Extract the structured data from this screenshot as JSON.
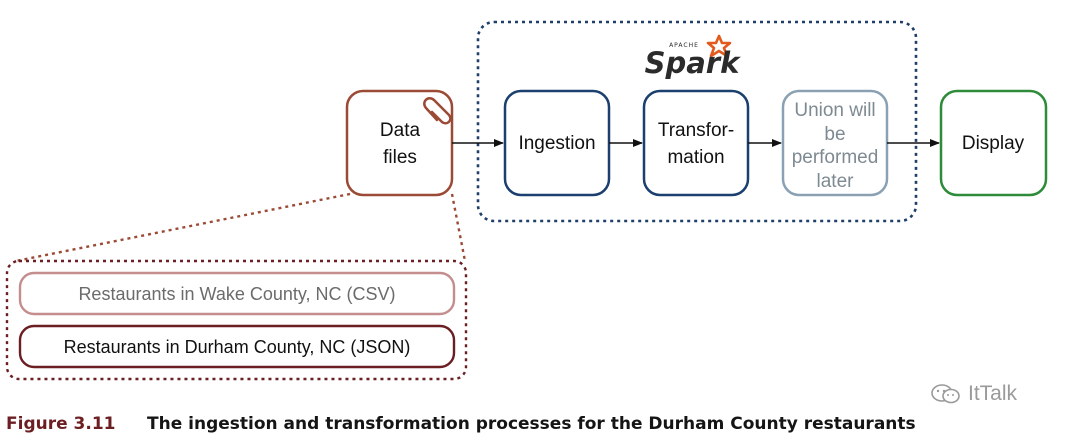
{
  "spark_logo": {
    "apache": "APACHE",
    "name": "Spark",
    "star_color": "#e25a1c"
  },
  "nodes": {
    "data_files": {
      "line1": "Data",
      "line2": "files",
      "color": "#9b4a35"
    },
    "ingestion": {
      "label": "Ingestion",
      "color": "#1b3f6e"
    },
    "transformation": {
      "line1": "Transfor-",
      "line2": "mation",
      "color": "#1b3f6e"
    },
    "union": {
      "line1": "Union will",
      "line2": "be",
      "line3": "performed",
      "line4": "later",
      "color": "#8aa1b4"
    },
    "display": {
      "label": "Display",
      "color": "#2e8b3a"
    }
  },
  "sources": {
    "wake": {
      "label": "Restaurants in Wake County, NC (CSV)",
      "color": "#c48e8e"
    },
    "durham": {
      "label": "Restaurants in Durham County, NC (JSON)",
      "color": "#6b1f22"
    }
  },
  "colors": {
    "spark_group_border": "#1f3f6a",
    "sources_group_border": "#6b1f22"
  },
  "caption": {
    "figure": "Figure 3.11",
    "text": "The ingestion and transformation processes for the Durham County restaurants"
  },
  "watermark": {
    "text": "ItTalk",
    "icon": "wechat-icon"
  }
}
